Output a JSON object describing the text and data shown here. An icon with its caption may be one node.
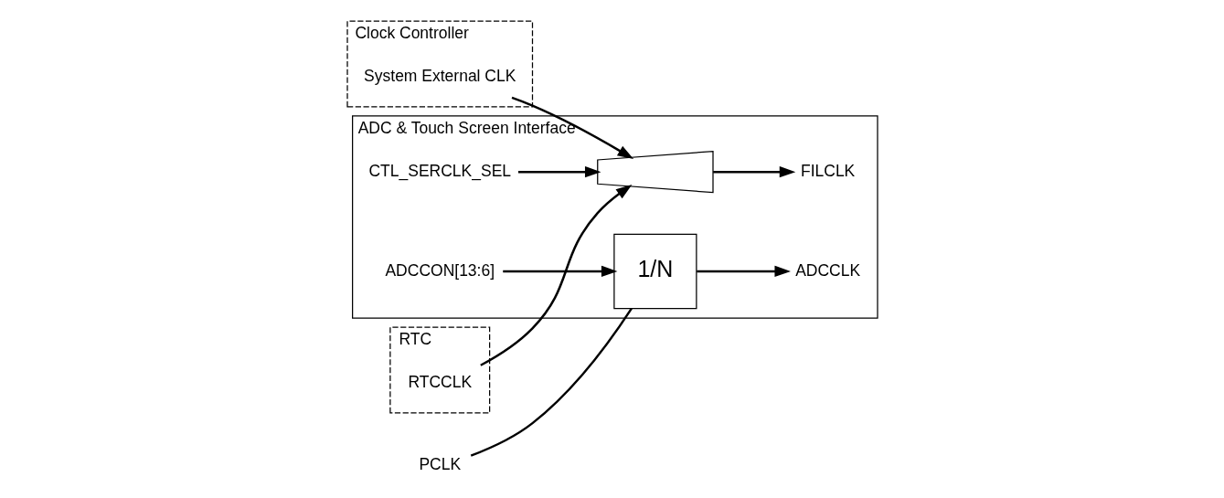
{
  "diagram": {
    "nodes": [
      {
        "text": [
          "Clock Controller"
        ]
      },
      {
        "text": [
          "System External CLK"
        ],
        "in": 0
      },
      {
        "text": [
          "RTC"
        ]
      },
      {
        "text": [
          "RTCCLK"
        ],
        "in": 2
      },
      {
        "text": [
          "ADC & Touch Screen Interface"
        ]
      },
      {
        "text": [],
        "shape": "trapezoid",
        "in": 4
      },
      {
        "text": [
          "FILCLK"
        ],
        "in": 4
      },
      {
        "text": [
          "CTL_SERCLK_SEL"
        ],
        "in": 4
      },
      {
        "text": [
          "PCLK"
        ]
      },
      {
        "text": [
          "1/N"
        ],
        "in": 4
      },
      {
        "text": [
          "ADCCLK"
        ],
        "in": 4
      },
      {
        "text": [
          "ADCCON[13:6]"
        ],
        "in": 4
      }
    ],
    "edges": [
      {
        "from": 1,
        "to": 5,
        "arrow": "to"
      },
      {
        "from": 3,
        "to": 5,
        "arrow": "to"
      },
      {
        "from": 5,
        "to": 6,
        "arrow": "to"
      },
      {
        "from": 7,
        "to": 5,
        "arrow": "to"
      },
      {
        "from": 8,
        "to": 9,
        "arrow": "none"
      },
      {
        "from": 9,
        "to": 10,
        "arrow": "to"
      },
      {
        "from": 11,
        "to": 9,
        "arrow": "to"
      }
    ]
  }
}
